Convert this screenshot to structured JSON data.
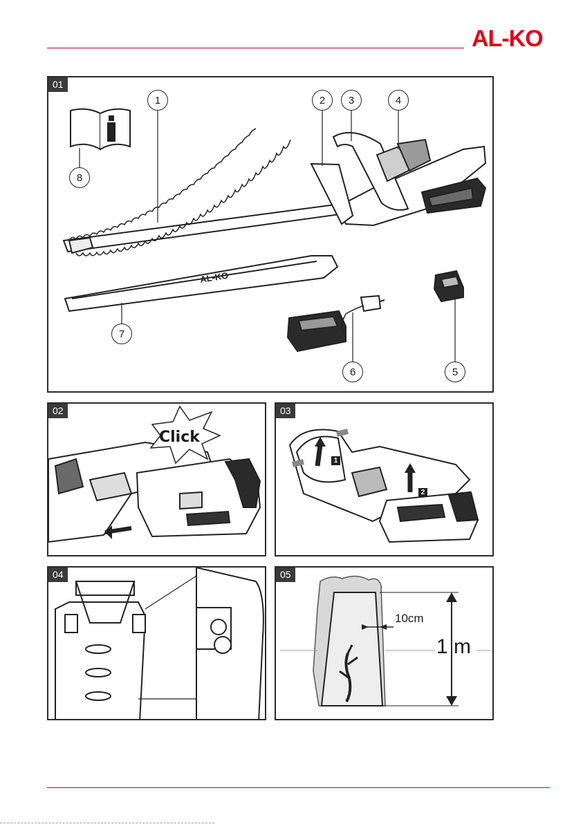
{
  "brand": {
    "logo_text": "AL-KO",
    "color": "#e2001a"
  },
  "panels": {
    "p01": {
      "label": "01",
      "callouts": [
        "1",
        "2",
        "3",
        "4",
        "5",
        "6",
        "7",
        "8"
      ],
      "scabbard_brand": "AL-KO"
    },
    "p02": {
      "label": "02",
      "click_text": "Click"
    },
    "p03": {
      "label": "03",
      "steps": [
        "1",
        "2"
      ]
    },
    "p04": {
      "label": "04"
    },
    "p05": {
      "label": "05",
      "width_label": "10cm",
      "height_label": "1 m"
    }
  },
  "colors": {
    "accent_line": "#c5003e",
    "frame": "#2b2b2b",
    "tag_bg": "#3a3a3a"
  }
}
